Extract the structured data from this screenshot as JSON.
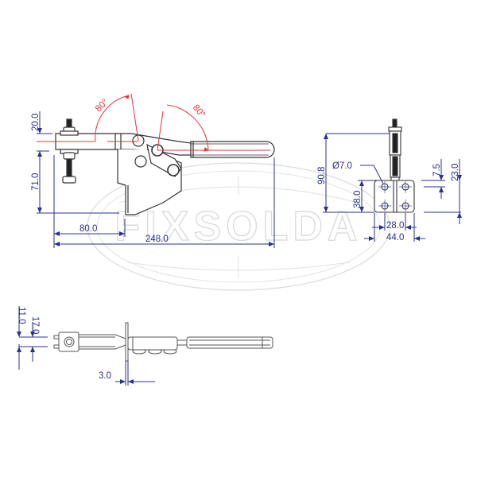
{
  "watermark": {
    "text": "FIXSOLDA"
  },
  "colors": {
    "dimension": "#2b2f8f",
    "angle": "#e8323c",
    "part_outline": "#333333",
    "watermark": "#d9d9d9"
  },
  "side_view": {
    "angles": {
      "left_open": "80°",
      "right_handle": "80°"
    },
    "dimensions": {
      "spindle_height_above": "20.0",
      "base_to_spindle": "71.0",
      "spindle_to_base_edge": "80.0",
      "overall_length": "248.0"
    }
  },
  "end_view": {
    "dimensions": {
      "overall_height": "90.8",
      "hole_diameter": "Ø7.0",
      "hole_vertical_spacing": "38.0",
      "hole_horizontal_spacing": "28.0",
      "base_width": "44.0",
      "hole_offset_top": "7.5",
      "base_height": "23.0"
    }
  },
  "top_view": {
    "dimensions": {
      "arm_width_inner": "11.0",
      "arm_width_outer": "17.0",
      "flange_thickness": "3.0"
    }
  }
}
